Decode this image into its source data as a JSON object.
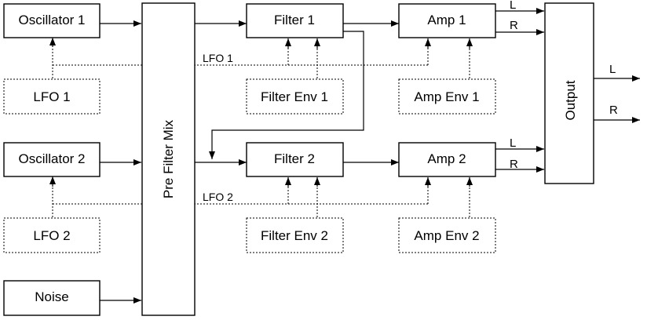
{
  "blocks": {
    "oscillator_1": "Oscillator 1",
    "oscillator_2": "Oscillator 2",
    "noise": "Noise",
    "lfo_1": "LFO 1",
    "lfo_2": "LFO 2",
    "pre_filter_mix": "Pre Filter Mix",
    "filter_1": "Filter 1",
    "filter_2": "Filter 2",
    "filter_env_1": "Filter Env 1",
    "filter_env_2": "Filter Env 2",
    "amp_1": "Amp 1",
    "amp_2": "Amp 2",
    "amp_env_1": "Amp Env 1",
    "amp_env_2": "Amp Env 2",
    "output": "Output"
  },
  "wire_labels": {
    "lfo_1_bus": "LFO 1",
    "lfo_2_bus": "LFO 2"
  },
  "channels": {
    "left": "L",
    "right": "R"
  }
}
